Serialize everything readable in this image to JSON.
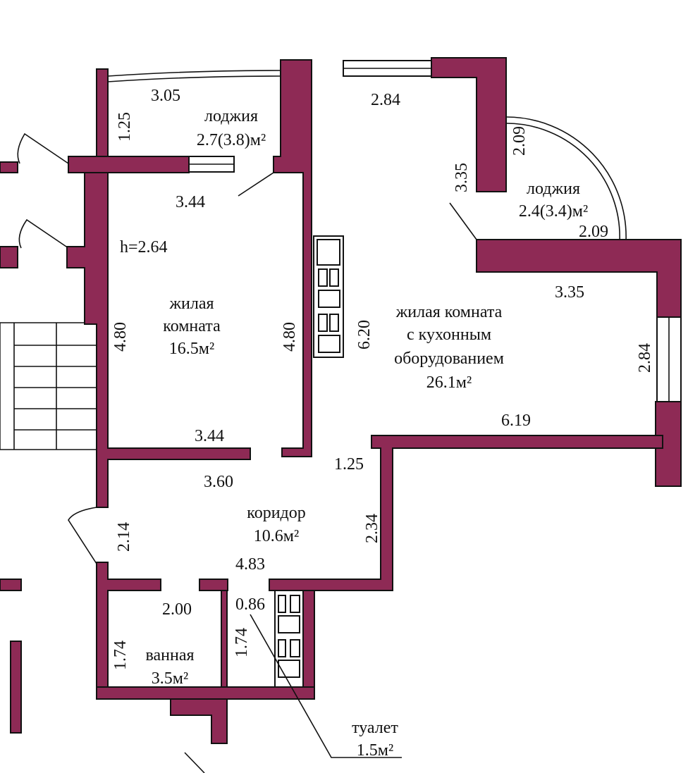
{
  "colors": {
    "wall": "#8e2a55"
  },
  "rooms": {
    "loggia1": {
      "name": "лоджия",
      "area": "2.7(3.8)м²"
    },
    "loggia2": {
      "name": "лоджия",
      "area": "2.4(3.4)м²"
    },
    "bedroom": {
      "name1": "жилая",
      "name2": "комната",
      "area": "16.5м²"
    },
    "living": {
      "name1": "жилая комната",
      "name2": "с кухонным",
      "name3": "оборудованием",
      "area": "26.1м²"
    },
    "corridor": {
      "name": "коридор",
      "area": "10.6м²"
    },
    "bath": {
      "name": "ванная",
      "area": "3.5м²"
    },
    "toilet": {
      "name": "туалет",
      "area": "1.5м²"
    }
  },
  "ceiling_height": "h=2.64",
  "dims": {
    "d305": "3.05",
    "d125a": "1.25",
    "d344a": "3.44",
    "d284a": "2.84",
    "d209a": "2.09",
    "d335a": "3.35",
    "d209b": "2.09",
    "d335b": "3.35",
    "d480a": "4.80",
    "d480b": "4.80",
    "d620": "6.20",
    "d284b": "2.84",
    "d619": "6.19",
    "d344b": "3.44",
    "d360": "3.60",
    "d125b": "1.25",
    "d214": "2.14",
    "d234": "2.34",
    "d483": "4.83",
    "d200": "2.00",
    "d086": "0.86",
    "d174a": "1.74",
    "d174b": "1.74"
  }
}
